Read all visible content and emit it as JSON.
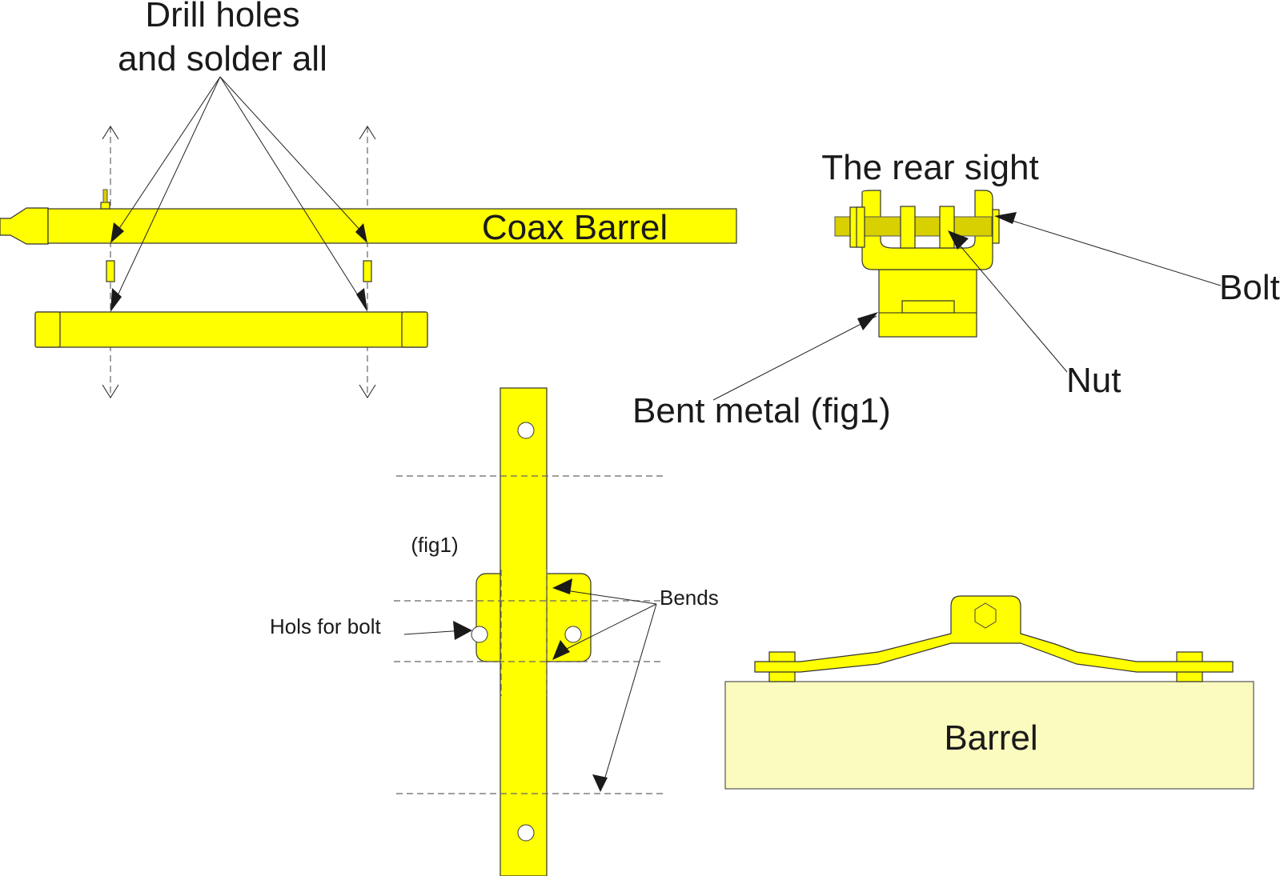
{
  "diagram": {
    "labels": {
      "drill_line1": "Drill holes",
      "drill_line2": "and solder all",
      "coax_barrel": "Coax Barrel",
      "rear_sight": "The rear sight",
      "bolt": "Bolt",
      "nut": "Nut",
      "bent_metal": "Bent metal (fig1)",
      "fig1": "(fig1)",
      "bends": "Bends",
      "holes_for_bolt": "Hols for bolt",
      "barrel": "Barrel"
    },
    "colors": {
      "part": "#ffff00",
      "barrel_block": "#fbfbbf",
      "text": "#1a1a1a"
    }
  }
}
